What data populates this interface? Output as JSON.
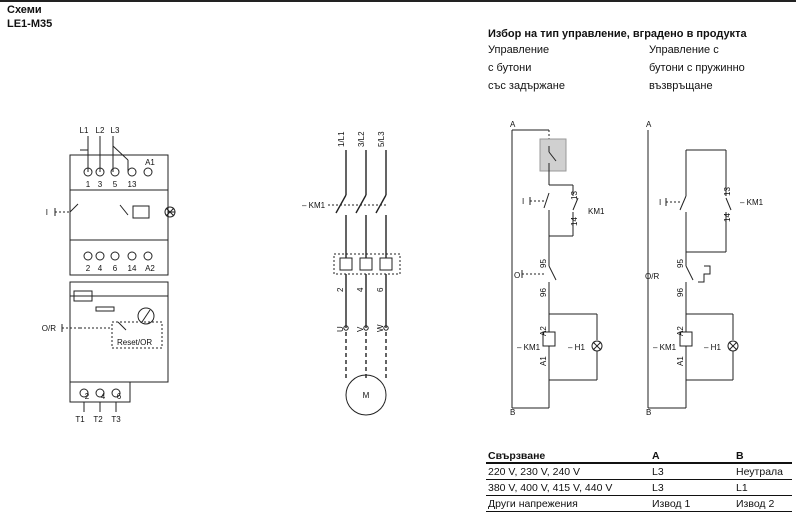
{
  "header": {
    "title": "Схеми",
    "model": "LE1-M35"
  },
  "selection": {
    "title": "Избор на тип управление, вградено в продукта",
    "options": [
      {
        "lines": [
          "Управление",
          "с бутони",
          "със задържане"
        ]
      },
      {
        "lines": [
          "Управление с",
          "бутони с пружинно",
          "възвръщане"
        ]
      }
    ]
  },
  "diagram1": {
    "supply_labels": [
      "L1",
      "L2",
      "L3"
    ],
    "top_terminals": [
      "1",
      "3",
      "5",
      "13"
    ],
    "coil_terminal_top": "A1",
    "bottom_terminals": [
      "2",
      "4",
      "6",
      "14"
    ],
    "coil_terminal_bottom": "A2",
    "start_label": "I",
    "stop_label": "O/R",
    "reset_label": "Reset/OR",
    "relay_terminals": [
      "2",
      "4",
      "6"
    ],
    "output_labels": [
      "T1",
      "T2",
      "T3"
    ]
  },
  "diagram2": {
    "phase_labels": [
      "1/L1",
      "3/L2",
      "5/L3"
    ],
    "contactor_label": "– KM1",
    "relay_out_labels": [
      "2",
      "4",
      "6"
    ],
    "motor_terminals": [
      "U",
      "V",
      "W"
    ],
    "motor_label": "M"
  },
  "diagram3": {
    "a_label": "A",
    "b_label": "B",
    "start_label": "I",
    "aux_contact_top": "13",
    "aux_contact_bottom": "14",
    "aux_label": "KM1",
    "stop_label": "O",
    "relay_contact_top": "95",
    "relay_contact_bottom": "96",
    "coil_top": "A2",
    "coil_bottom": "A1",
    "coil_label": "– KM1",
    "lamp_label": "– H1"
  },
  "diagram4": {
    "a_label": "A",
    "b_label": "B",
    "start_label": "I",
    "aux_contact_top": "13",
    "aux_contact_bottom": "14",
    "aux_label": "– KM1",
    "stop_label": "O/R",
    "relay_contact_top": "95",
    "relay_contact_bottom": "96",
    "coil_top": "A2",
    "coil_bottom": "A1",
    "coil_label": "– KM1",
    "lamp_label": "– H1"
  },
  "connections": {
    "headers": [
      "Свързване",
      "A",
      "B"
    ],
    "rows": [
      [
        "220 V, 230 V, 240 V",
        "L3",
        "Неутрала"
      ],
      [
        "380 V, 400 V, 415 V, 440 V",
        "L3",
        "L1"
      ],
      [
        "Други напрежения",
        "Извод 1",
        "Извод 2"
      ]
    ]
  }
}
